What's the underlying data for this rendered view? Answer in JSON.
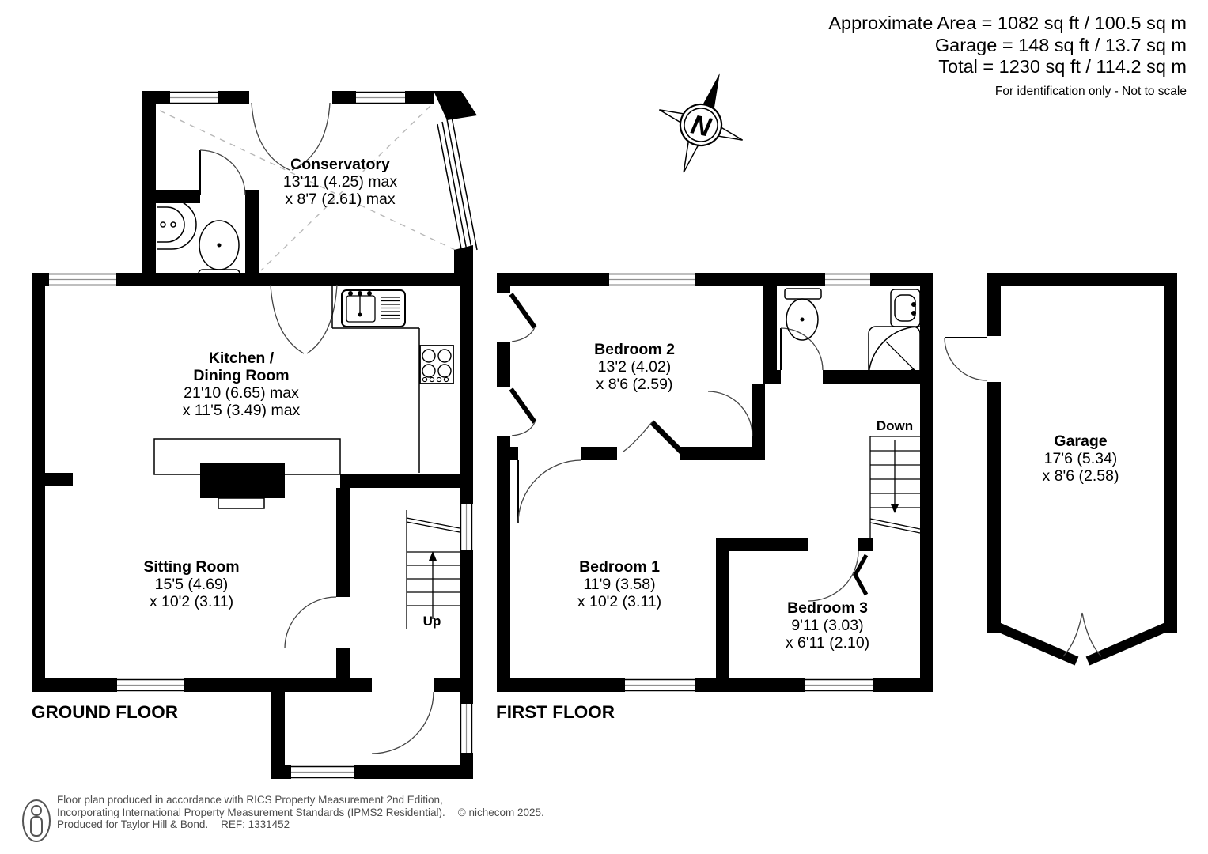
{
  "header": {
    "approximate_area": "Approximate Area = 1082 sq ft / 100.5 sq m",
    "garage_area": "Garage = 148 sq ft / 13.7 sq m",
    "total_area": "Total = 1230 sq ft / 114.2 sq m",
    "disclaimer": "For identification only - Not to scale"
  },
  "compass": {
    "north_label": "N"
  },
  "ground_floor": {
    "label": "GROUND FLOOR",
    "stairs_label": "Up",
    "conservatory": {
      "name": "Conservatory",
      "dims": [
        "13'11 (4.25) max",
        "x 8'7 (2.61) max"
      ]
    },
    "kitchen_dining": {
      "name": [
        "Kitchen /",
        "Dining Room"
      ],
      "dims": [
        "21'10 (6.65) max",
        "x 11'5 (3.49) max"
      ]
    },
    "sitting_room": {
      "name": "Sitting Room",
      "dims": [
        "15'5 (4.69)",
        "x 10'2 (3.11)"
      ]
    }
  },
  "first_floor": {
    "label": "FIRST FLOOR",
    "stairs_label": "Down",
    "bedroom_2": {
      "name": "Bedroom 2",
      "dims": [
        "13'2 (4.02)",
        "x 8'6 (2.59)"
      ]
    },
    "bedroom_1": {
      "name": "Bedroom 1",
      "dims": [
        "11'9 (3.58)",
        "x 10'2 (3.11)"
      ]
    },
    "bedroom_3": {
      "name": "Bedroom 3",
      "dims": [
        "9'11 (3.03)",
        "x 6'11 (2.10)"
      ]
    }
  },
  "garage": {
    "name": "Garage",
    "dims": [
      "17'6 (5.34)",
      "x 8'6 (2.58)"
    ]
  },
  "footer": {
    "line1": "Floor plan produced in accordance with RICS Property Measurement 2nd Edition,",
    "line2": "Incorporating International Property Measurement Standards (IPMS2 Residential).",
    "copyright": "© nichecom 2025.",
    "line3": "Produced for Taylor Hill & Bond.",
    "ref": "REF: 1331452"
  },
  "colors": {
    "wall": "#000000",
    "dashed_roof_line": "#b8b8b8",
    "footer_text": "#4c4c4c"
  }
}
